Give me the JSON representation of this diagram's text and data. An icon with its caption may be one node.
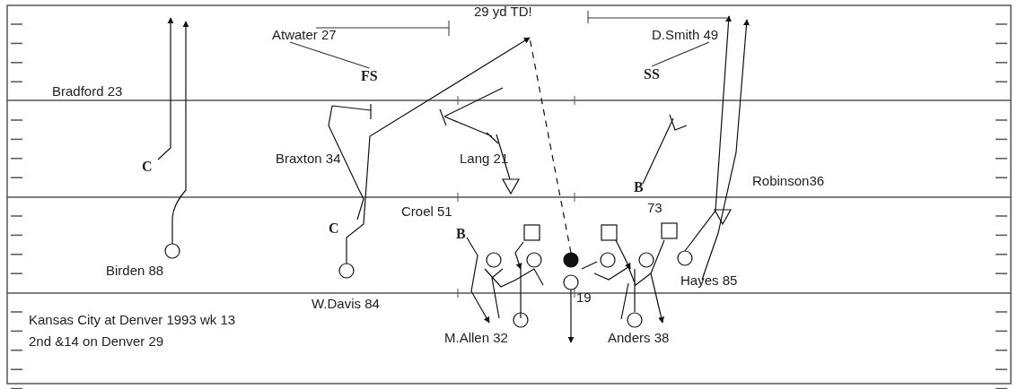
{
  "diagram": {
    "nodes": [
      {
        "text": [
          "Atwater 27"
        ]
      },
      {
        "text": [
          "FS"
        ]
      },
      {
        "text": [
          "D.Smith 49"
        ]
      },
      {
        "text": [
          "SS"
        ]
      }
    ],
    "edges": [
      {
        "from": 0,
        "to": 1,
        "arrow": "none"
      },
      {
        "from": 2,
        "to": 3,
        "arrow": "none"
      }
    ],
    "labels": [
      "29 yd TD!",
      "Bradford 23",
      "C",
      "Braxton 34",
      "Lang 21",
      "B",
      "73",
      "Robinson36",
      "Croel 51",
      "C",
      "B",
      "Birden 88",
      "W.Davis 84",
      "Hayes 85",
      "19",
      "Kansas City at Denver 1993 wk 13",
      "M.Allen 32",
      "Anders 38",
      "2nd &14 on Denver 29"
    ]
  }
}
